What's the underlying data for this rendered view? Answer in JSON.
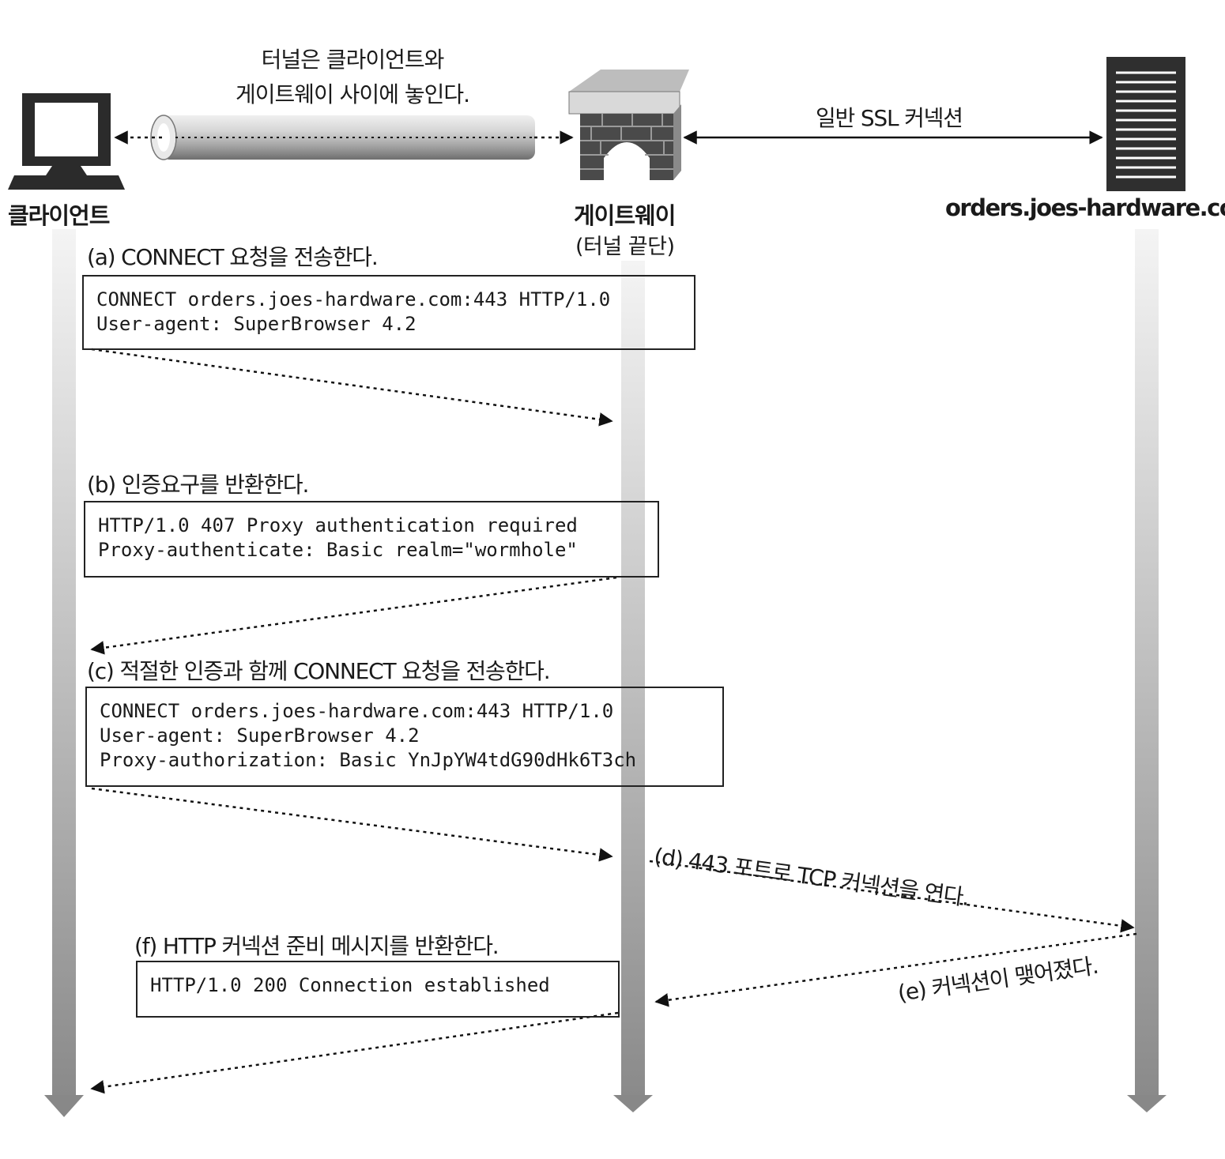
{
  "entities": {
    "client": "클라이언트",
    "gateway": "게이트웨이",
    "gateway_sub": "(터널 끝단)",
    "server": "orders.joes-hardware.com"
  },
  "notes": {
    "tunnel_line1": "터널은 클라이언트와",
    "tunnel_line2": "게이트웨이 사이에 놓인다.",
    "ssl": "일반 SSL 커넥션"
  },
  "steps": {
    "a": {
      "tag": "(a)",
      "text": "CONNECT 요청을 전송한다.",
      "lines": [
        "CONNECT orders.joes-hardware.com:443 HTTP/1.0",
        "User-agent: SuperBrowser 4.2"
      ]
    },
    "b": {
      "tag": "(b)",
      "text": "인증요구를 반환한다.",
      "lines": [
        "HTTP/1.0 407 Proxy authentication required",
        "Proxy-authenticate: Basic realm=\"wormhole\""
      ]
    },
    "c": {
      "tag": "(c)",
      "text": "적절한 인증과 함께 CONNECT 요청을 전송한다.",
      "lines": [
        "CONNECT orders.joes-hardware.com:443 HTTP/1.0",
        "User-agent: SuperBrowser 4.2",
        "Proxy-authorization: Basic YnJpYW4tdG90dHk6T3ch"
      ]
    },
    "d": {
      "tag": "(d)",
      "text": "443 포트로 TCP 커넥션을 연다."
    },
    "e": {
      "tag": "(e)",
      "text": "커넥션이 맺어졌다."
    },
    "f": {
      "tag": "(f)",
      "text": "HTTP 커넥션 준비 메시지를 반환한다.",
      "lines": [
        "HTTP/1.0 200 Connection established"
      ]
    }
  }
}
